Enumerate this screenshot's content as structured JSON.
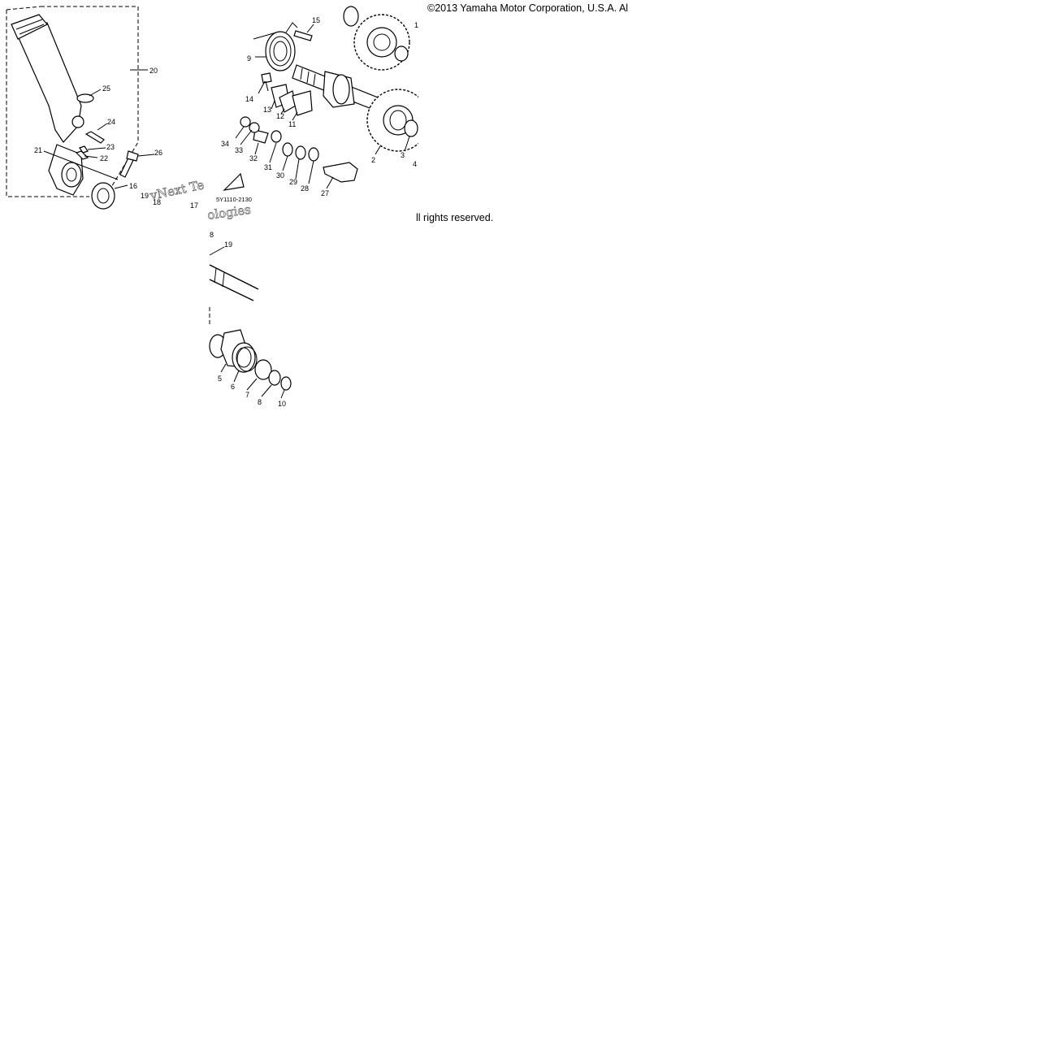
{
  "copyright": "©2013 Yamaha Motor Corporation, U.S.A. Al",
  "rights": "ll rights reserved.",
  "watermark": {
    "line1": "vNext Te",
    "line2": "ologies"
  },
  "diagram_code": "5Y1110-2130",
  "callouts": {
    "n1": "1",
    "n2": "2",
    "n3": "3",
    "n4": "4",
    "n5": "5",
    "n6": "6",
    "n7": "7",
    "n8": "8",
    "n8b": "8",
    "n9": "9",
    "n10": "10",
    "n11": "11",
    "n12": "12",
    "n13": "13",
    "n14": "14",
    "n15": "15",
    "n16": "16",
    "n17": "17",
    "n18": "18",
    "n19": "19",
    "n19b": "19",
    "n20": "20",
    "n21": "21",
    "n22": "22",
    "n23": "23",
    "n24": "24",
    "n25": "25",
    "n26": "26",
    "n27": "27",
    "n28": "28",
    "n29": "29",
    "n30": "30",
    "n31": "31",
    "n32": "32",
    "n33": "33",
    "n34": "34"
  }
}
